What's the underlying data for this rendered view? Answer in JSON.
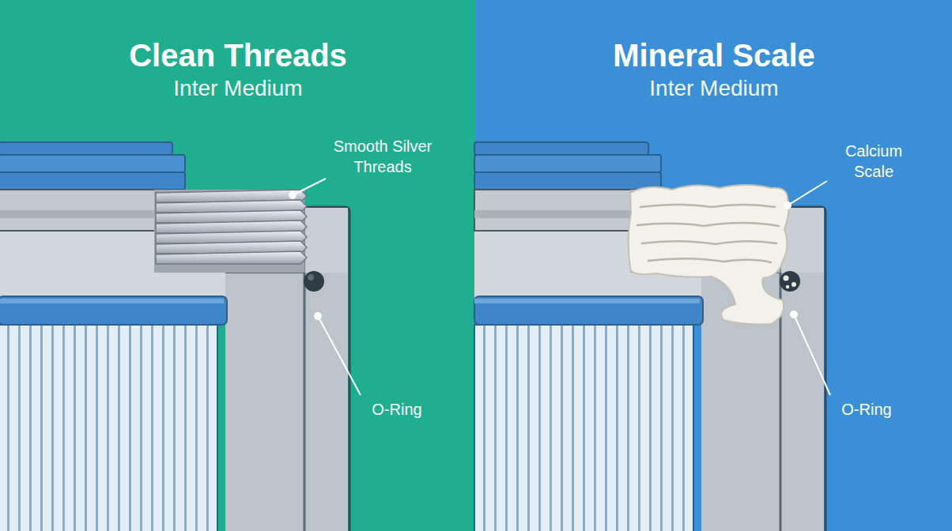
{
  "diagram": {
    "nodes": [
      {
        "text": [
          "Clean Threads",
          "Inter Medium"
        ]
      },
      {
        "text": [
          "Mineral Scale",
          "Inter Medium"
        ]
      }
    ],
    "labels": [
      "Smooth Silver Threads",
      "O-Ring",
      "Calcium Scale",
      "O-Ring"
    ]
  }
}
